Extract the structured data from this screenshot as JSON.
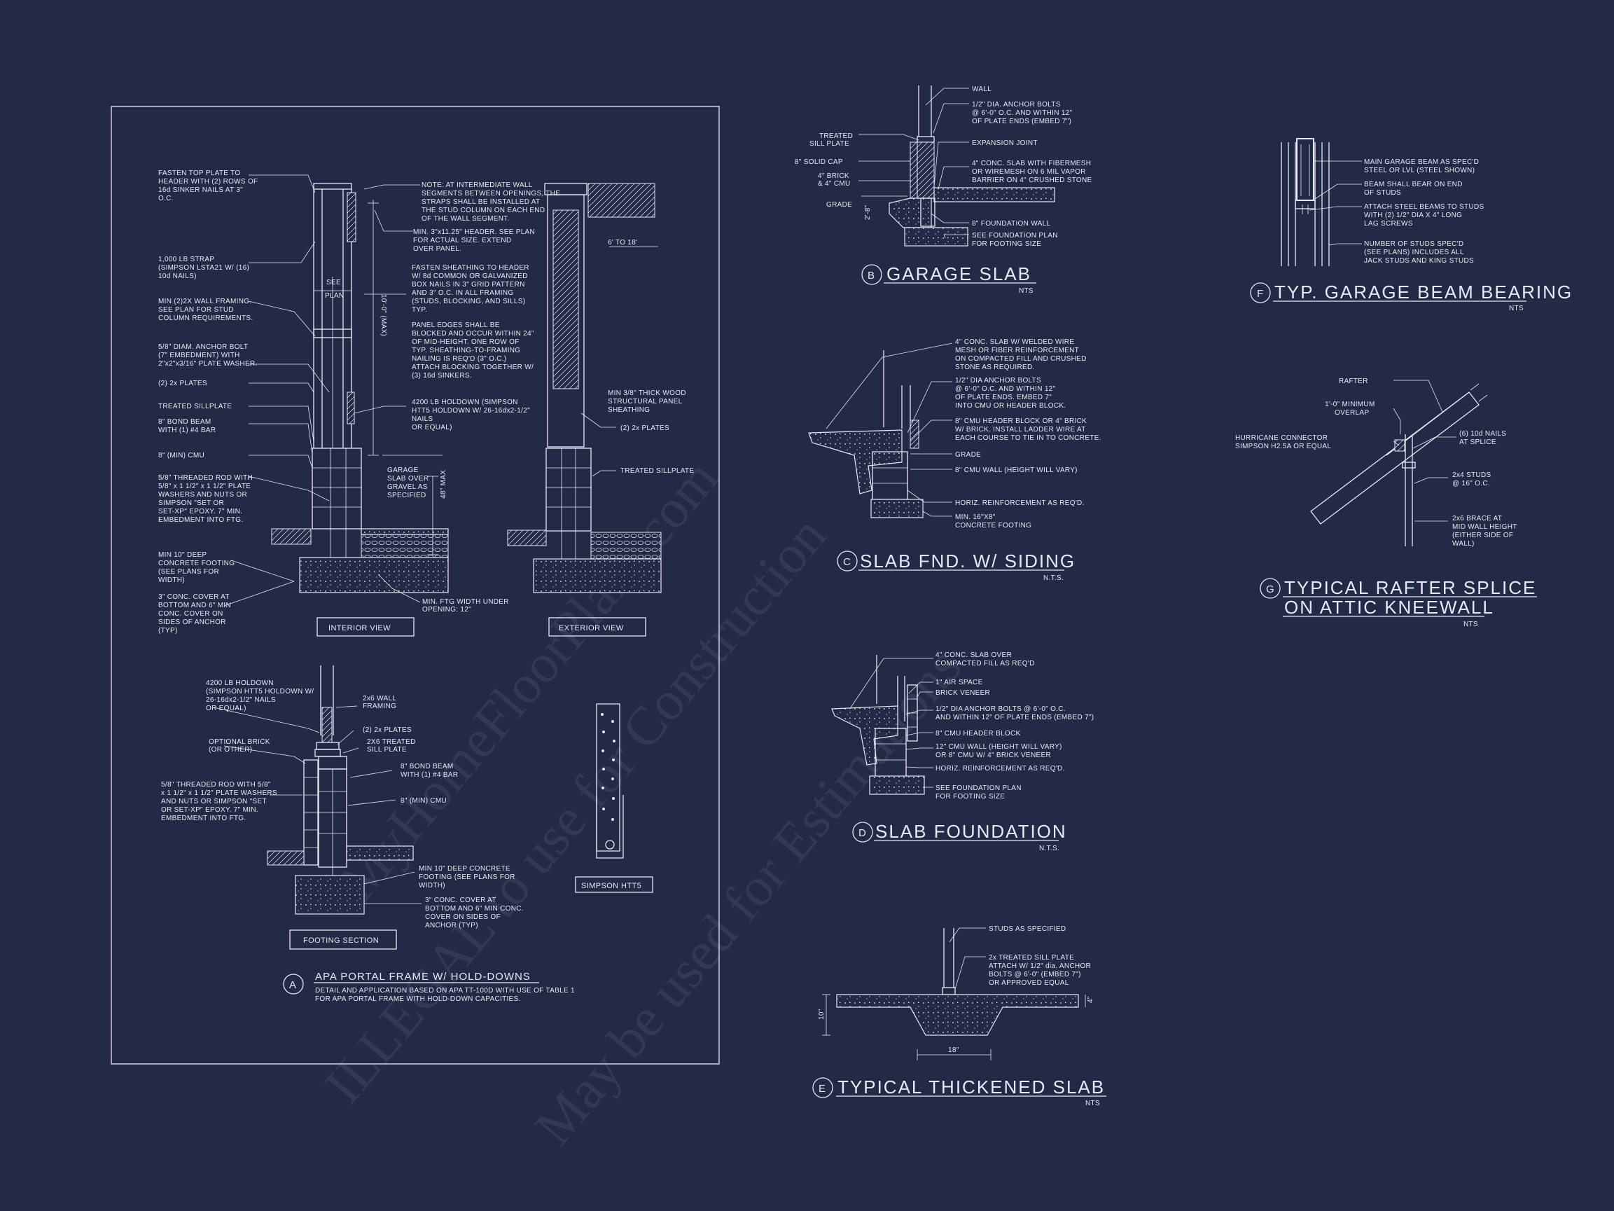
{
  "watermark": {
    "line1": "MyHomeFloorPlans.com",
    "line2": "ILLEGAL to use for Construction",
    "line3": "May be used for Estimations"
  },
  "detail_a": {
    "marker": "A",
    "title": "APA PORTAL FRAME W/ HOLD-DOWNS",
    "subtitle_1": "DETAIL AND APPLICATION BASED ON APA TT-100D WITH USE OF TABLE 1",
    "subtitle_2": "FOR APA PORTAL FRAME WITH HOLD-DOWN CAPACITIES.",
    "interior_label": "INTERIOR VIEW",
    "exterior_label": "EXTERIOR VIEW",
    "footing_label": "FOOTING SECTION",
    "simpson_label": "SIMPSON HTT5",
    "notes_left": [
      "FASTEN TOP PLATE TO",
      "HEADER WITH (2) ROWS OF",
      "16d SINKER NAILS AT 3\"",
      "O.C."
    ],
    "strap_note": [
      "1,000 LB STRAP",
      "(SIMPSON LSTA21 W/ (16)",
      "10d NAILS)"
    ],
    "framing_note": [
      "MIN (2)2X WALL FRAMING.",
      "SEE PLAN FOR STUD",
      "COLUMN REQUIREMENTS."
    ],
    "anchor_note": [
      "5/8\" DIAM. ANCHOR BOLT",
      "(7\" EMBEDMENT) WITH",
      "2\"x2\"x3/16\" PLATE WASHER."
    ],
    "plates_note": "(2) 2x PLATES",
    "sillplate_note": "TREATED SILLPLATE",
    "bondbeam_note": [
      "8\" BOND BEAM",
      "WITH (1) #4 BAR"
    ],
    "cmu_note": "8\" (MIN) CMU",
    "rod_note": [
      "5/8\" THREADED ROD WITH",
      "5/8\" x 1 1/2\" x 1 1/2\" PLATE",
      "WASHERS AND NUTS OR",
      "SIMPSON \"SET OR",
      "SET-XP\" EPOXY. 7\" MIN.",
      "EMBEDMENT INTO FTG."
    ],
    "footing_note": [
      "MIN 10\" DEEP",
      "CONCRETE FOOTING",
      "(SEE PLANS FOR",
      "WIDTH)"
    ],
    "cover_note": [
      "3\" CONC. COVER AT",
      "BOTTOM AND 6\" MIN",
      "CONC. COVER ON",
      "SIDES OF ANCHOR",
      "(TYP)"
    ],
    "note_mid": [
      "NOTE: AT INTERMEDIATE WALL",
      "SEGMENTS BETWEEN OPENINGS, THE",
      "STRAPS SHALL BE INSTALLED AT",
      "THE STUD COLUMN ON EACH END",
      "OF THE WALL SEGMENT."
    ],
    "header_note": [
      "MIN. 3\"x11.25\" HEADER. SEE PLAN",
      "FOR ACTUAL SIZE. EXTEND",
      "OVER PANEL."
    ],
    "sheathing_note": [
      "FASTEN SHEATHING TO HEADER",
      "W/ 8d COMMON OR GALVANIZED",
      "BOX NAILS IN 3\" GRID PATTERN",
      "AND 3\" O.C. IN ALL FRAMING",
      "(STUDS, BLOCKING, AND SILLS)",
      "TYP."
    ],
    "panel_note": [
      "PANEL EDGES SHALL BE",
      "BLOCKED AND OCCUR WITHIN 24\"",
      "OF MID-HEIGHT. ONE ROW OF",
      "TYP. SHEATHING-TO-FRAMING",
      "NAILING IS REQ'D (3\" O.C.)",
      "ATTACH BLOCKING TOGETHER W/",
      "(3) 16d SINKERS."
    ],
    "holdown_note": [
      "4200 LB HOLDOWN (SIMPSON",
      "HTT5 HOLDOWN W/ 26-16dx2-1/2\"",
      "NAILS",
      "OR EQUAL)"
    ],
    "garage_note": [
      "GARAGE",
      "SLAB OVER",
      "GRAVEL AS",
      "SPECIFIED"
    ],
    "see_plan": [
      "SEE",
      "PLAN"
    ],
    "dim_10max": "10'-0\" (MAX)",
    "dim_48max": "48\" MAX",
    "dim_6to18": "6' TO 18'",
    "osb_note": [
      "MIN 3/8\" THICK WOOD",
      "STRUCTURAL PANEL",
      "SHEATHING"
    ],
    "plates_note_2": "(2) 2x PLATES",
    "sillplate_note_2": "TREATED SILLPLATE",
    "ftg_width_note": [
      "MIN. FTG WIDTH UNDER",
      "OPENING: 12\""
    ],
    "fs_holdown": [
      "4200 LB HOLDOWN",
      "(SIMPSON HTT5 HOLDOWN W/",
      "26-16dx2-1/2\" NAILS",
      "OR EQUAL)"
    ],
    "fs_brick": [
      "OPTIONAL BRICK",
      "(OR OTHER)"
    ],
    "fs_rod": [
      "5/8\" THREADED ROD WITH 5/8\"",
      "x 1 1/2\" x 1 1/2\" PLATE WASHERS",
      "AND NUTS OR SIMPSON \"SET",
      "OR SET-XP\" EPOXY. 7\" MIN.",
      "EMBEDMENT INTO FTG."
    ],
    "fs_wall": [
      "2x6 WALL",
      "FRAMING"
    ],
    "fs_plates": "(2) 2x PLATES",
    "fs_sill": [
      "2X6 TREATED",
      "SILL PLATE"
    ],
    "fs_bond": [
      "8\" BOND BEAM",
      "WITH (1) #4 BAR"
    ],
    "fs_cmu": "8\" (MIN) CMU",
    "fs_footing": [
      "MIN 10\" DEEP CONCRETE",
      "FOOTING (SEE PLANS FOR",
      "WIDTH)"
    ],
    "fs_cover": [
      "3\" CONC. COVER AT",
      "BOTTOM AND 6\" MIN CONC.",
      "COVER ON SIDES OF",
      "ANCHOR (TYP)"
    ]
  },
  "detail_b": {
    "marker": "B",
    "title": "GARAGE SLAB",
    "scale": "NTS",
    "labels": {
      "wall": "WALL",
      "anchor": [
        "1/2\" DIA. ANCHOR BOLTS",
        "@ 6'-0\" O.C. AND WITHIN 12\"",
        "OF PLATE ENDS (EMBED 7\")"
      ],
      "sill": [
        "TREATED",
        "SILL PLATE"
      ],
      "joint": "EXPANSION JOINT",
      "cap": "8\" SOLID CAP",
      "slab": [
        "4\" CONC. SLAB WITH FIBERMESH",
        "OR WIREMESH ON 6 MIL VAPOR",
        "BARRIER ON 4\" CRUSHED STONE"
      ],
      "brick": [
        "4\" BRICK",
        "& 4\" CMU"
      ],
      "grade": "GRADE",
      "wall8": "8\" FOUNDATION WALL",
      "seeplan": [
        "SEE FOUNDATION PLAN",
        "FOR FOOTING SIZE"
      ],
      "dim": "2'-8\""
    }
  },
  "detail_c": {
    "marker": "C",
    "title": "SLAB FND. W/ SIDING",
    "scale": "N.T.S.",
    "labels": {
      "slab": [
        "4\" CONC. SLAB W/ WELDED WIRE",
        "MESH OR FIBER REINFORCEMENT",
        "ON COMPACTED FILL AND CRUSHED",
        "STONE AS REQUIRED."
      ],
      "anchor": [
        "1/2\" DIA ANCHOR BOLTS",
        "@ 6'-0\" O.C. AND WITHIN 12\"",
        "OF PLATE ENDS. EMBED 7\"",
        "INTO CMU OR HEADER BLOCK."
      ],
      "header": [
        "8\" CMU HEADER BLOCK OR 4\" BRICK",
        "W/ BRICK. INSTALL LADDER WIRE AT",
        "EACH COURSE TO TIE IN TO CONCRETE."
      ],
      "grade": "GRADE",
      "wall": "8\" CMU WALL (HEIGHT WILL VARY)",
      "reinf": "HORIZ. REINFORCEMENT AS REQ'D.",
      "footing": [
        "MIN. 16\"X8\"",
        "CONCRETE FOOTING"
      ]
    }
  },
  "detail_d": {
    "marker": "D",
    "title": "SLAB FOUNDATION",
    "scale": "N.T.S.",
    "labels": {
      "slab": [
        "4\" CONC. SLAB OVER",
        "COMPACTED FILL AS REQ'D"
      ],
      "air": "1\" AIR SPACE",
      "veneer": "BRICK VENEER",
      "anchor": [
        "1/2\" DIA ANCHOR BOLTS @ 6'-0\" O.C.",
        "AND WITHIN 12\" OF PLATE ENDS (EMBED 7\")"
      ],
      "header": "8\" CMU HEADER BLOCK",
      "wall": [
        "12\" CMU WALL (HEIGHT WILL VARY)",
        "OR 8\" CMU W/ 4\" BRICK VENEER"
      ],
      "reinf": "HORIZ. REINFORCEMENT AS REQ'D.",
      "seeplan": [
        "SEE FOUNDATION PLAN",
        "FOR FOOTING SIZE"
      ]
    }
  },
  "detail_e": {
    "marker": "E",
    "title": "TYPICAL THICKENED SLAB",
    "scale": "NTS",
    "labels": {
      "studs": "STUDS AS SPECIFIED",
      "sill": [
        "2x TREATED SILL PLATE",
        "ATTACH W/ 1/2\" dia. ANCHOR",
        "BOLTS @ 6'-0\" (EMBED 7\")",
        "OR APPROVED EQUAL"
      ],
      "dim_depth": "10\"",
      "dim_slab": "4\"",
      "dim_width": "18\""
    }
  },
  "detail_f": {
    "marker": "F",
    "title": "TYP. GARAGE BEAM BEARING",
    "scale": "NTS",
    "labels": {
      "beam": [
        "MAIN GARAGE BEAM AS SPEC'D",
        "STEEL OR LVL (STEEL SHOWN)"
      ],
      "bear": [
        "BEAM SHALL BEAR ON END",
        "OF STUDS"
      ],
      "attach": [
        "ATTACH STEEL BEAMS TO STUDS",
        "WITH (2) 1/2\" DIA X 4\" LONG",
        "LAG SCREWS"
      ],
      "studs": [
        "NUMBER OF STUDS SPEC'D",
        "(SEE PLANS) INCLUDES ALL",
        "JACK STUDS AND KING STUDS"
      ]
    }
  },
  "detail_g": {
    "marker": "G",
    "title_1": "TYPICAL RAFTER SPLICE",
    "title_2": "ON ATTIC KNEEWALL",
    "scale": "NTS",
    "labels": {
      "rafter": "RAFTER",
      "overlap": [
        "1'-0\" MINIMUM",
        "OVERLAP"
      ],
      "connector": [
        "HURRICANE CONNECTOR",
        "SIMPSON H2.5A OR EQUAL"
      ],
      "nails": [
        "(6) 10d NAILS",
        "AT SPLICE"
      ],
      "studs": [
        "2x4 STUDS",
        "@ 16\" O.C."
      ],
      "brace": [
        "2x6 BRACE AT",
        "MID WALL HEIGHT",
        "(EITHER SIDE OF",
        "WALL)"
      ]
    }
  }
}
